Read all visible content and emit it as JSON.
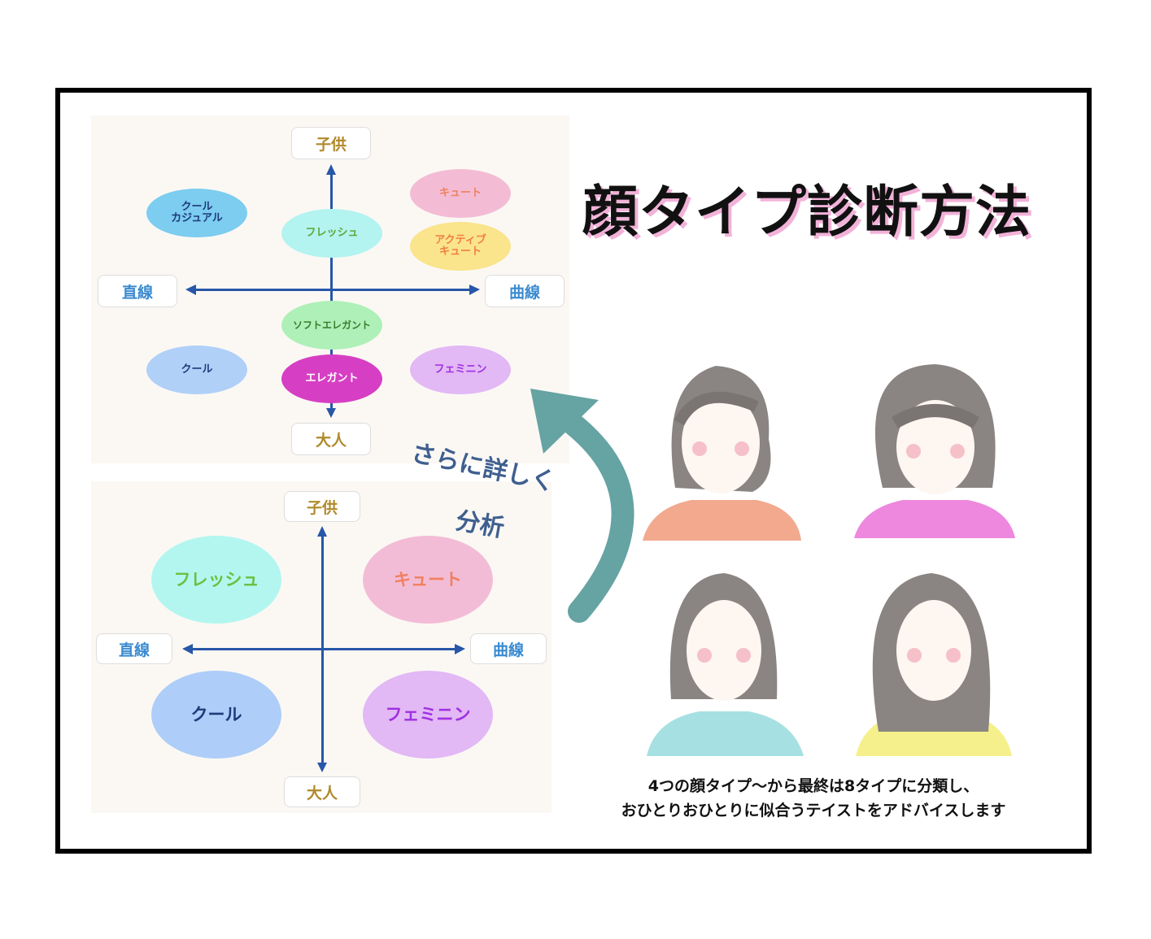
{
  "title": "顔タイプ診断方法",
  "top_diagram": {
    "axis": {
      "top": "子供",
      "bottom": "大人",
      "left": "直線",
      "right": "曲線"
    },
    "types": [
      {
        "label": "クール\nカジュアル",
        "color": "#7ccdf0",
        "text_color": "#1f3a7a"
      },
      {
        "label": "フレッシュ",
        "color": "#b3f3f0",
        "text_color": "#5aaa3a"
      },
      {
        "label": "キュート",
        "color": "#f3bcd4",
        "text_color": "#f08060"
      },
      {
        "label": "アクティブ\nキュート",
        "color": "#fae48c",
        "text_color": "#f08040"
      },
      {
        "label": "ソフトエレガント",
        "color": "#aef0b8",
        "text_color": "#3a7a2a"
      },
      {
        "label": "クール",
        "color": "#b0d0f8",
        "text_color": "#1f3a7a"
      },
      {
        "label": "エレガント",
        "color": "#d63fc3",
        "text_color": "#ffffff"
      },
      {
        "label": "フェミニン",
        "color": "#e2b8f5",
        "text_color": "#a030e0"
      }
    ]
  },
  "bottom_diagram": {
    "axis": {
      "top": "子供",
      "bottom": "大人",
      "left": "直線",
      "right": "曲線"
    },
    "types": [
      {
        "label": "フレッシュ",
        "color": "#b3f6f0",
        "text_color": "#6ac040"
      },
      {
        "label": "キュート",
        "color": "#f3bcd6",
        "text_color": "#f08060"
      },
      {
        "label": "クール",
        "color": "#aecdf8",
        "text_color": "#1f3a7a"
      },
      {
        "label": "フェミニン",
        "color": "#e2b8f5",
        "text_color": "#a030e0"
      }
    ]
  },
  "arrow_text": {
    "line1": "さらに詳しく",
    "line2": "分析"
  },
  "caption": {
    "line1": "4つの顔タイプ〜から最終は8タイプに分類し、",
    "line2": "おひとりおひとりに似合うテイストをアドバイスします"
  },
  "colors": {
    "arrow": "#66a3a3",
    "axis": "#2856a8"
  }
}
